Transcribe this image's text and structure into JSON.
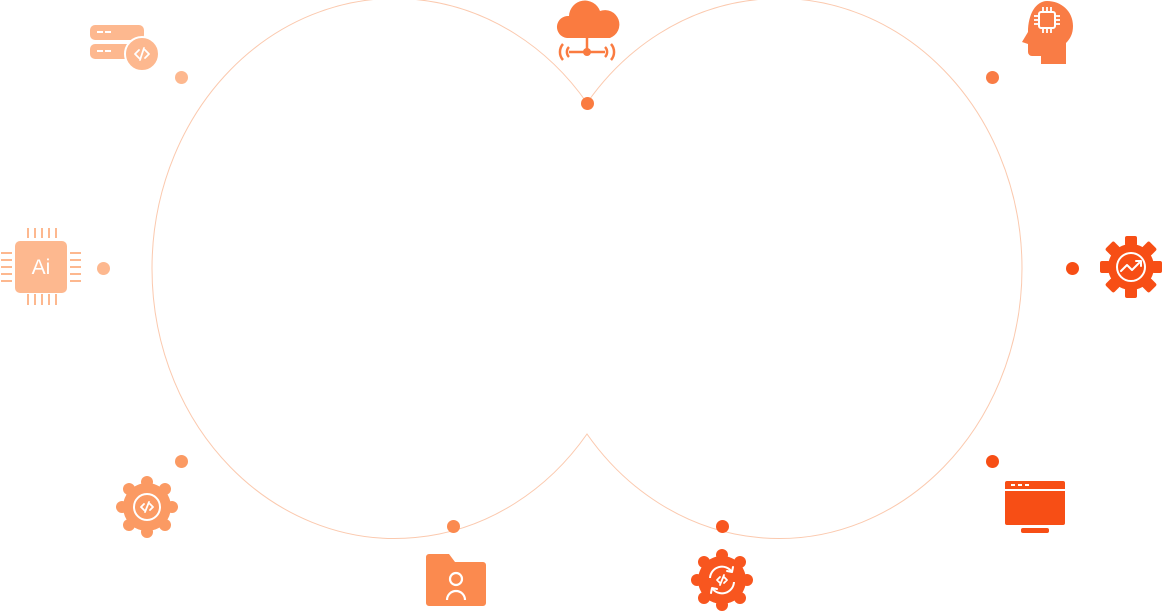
{
  "diagram": {
    "nodes": [
      {
        "id": "server-code",
        "icon": "server-code-icon",
        "color": "#FDB88F"
      },
      {
        "id": "ai-chip",
        "icon": "ai-chip-icon",
        "label": "Ai",
        "color": "#FDB88F"
      },
      {
        "id": "gear-code",
        "icon": "gear-code-icon",
        "color": "#FB9A63"
      },
      {
        "id": "user-folder",
        "icon": "user-folder-icon",
        "color": "#FB8A4F"
      },
      {
        "id": "cloud-network",
        "icon": "cloud-network-icon",
        "color": "#FA7B40"
      },
      {
        "id": "gear-code-sync",
        "icon": "gear-code-sync-icon",
        "color": "#F8561F"
      },
      {
        "id": "head-chip",
        "icon": "head-chip-icon",
        "color": "#F97C45"
      },
      {
        "id": "gear-analytics",
        "icon": "gear-analytics-icon",
        "color": "#F74E15"
      },
      {
        "id": "monitor",
        "icon": "monitor-icon",
        "color": "#F74E15"
      }
    ],
    "ring_color": "#FBC9AE"
  }
}
